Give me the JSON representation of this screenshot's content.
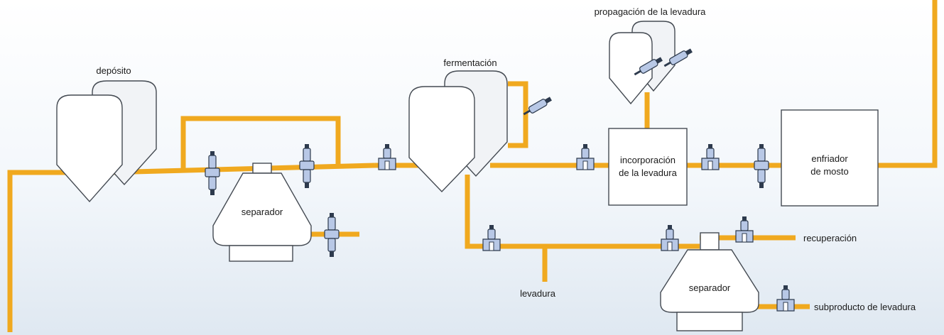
{
  "labels": {
    "deposito": "depósito",
    "separador_1": "separador",
    "fermentacion": "fermentación",
    "propagacion": "propagación de la levadura",
    "incorporacion_1": "incorporación",
    "incorporacion_2": "de la levadura",
    "enfriador_1": "enfriador",
    "enfriador_2": "de mosto",
    "levadura": "levadura",
    "separador_2": "separador",
    "recuperacion": "recuperación",
    "subproducto": "subproducto de levadura"
  },
  "colors": {
    "pipe": "#f0a91f",
    "sensor": "#b8c8e6",
    "outline": "#444a52"
  }
}
